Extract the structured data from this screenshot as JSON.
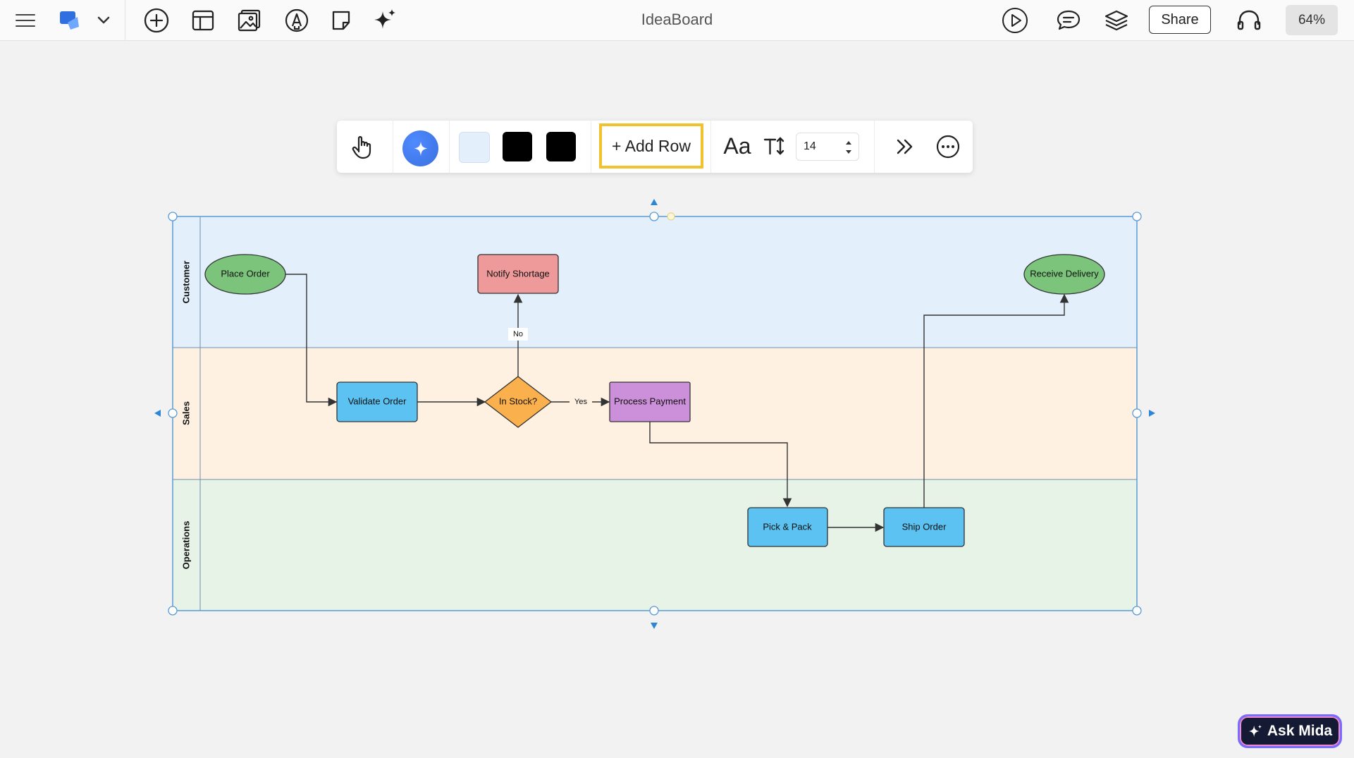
{
  "app": {
    "title": "IdeaBoard",
    "share_label": "Share",
    "zoom_label": "64%"
  },
  "icons": {
    "menu": "hamburger-menu-icon",
    "logo": "app-logo-icon",
    "dropdown": "chevron-down-icon",
    "add": "plus-circle-icon",
    "template": "template-layout-icon",
    "image": "image-icon",
    "pen": "pen-draw-icon",
    "sticky": "sticky-note-icon",
    "ai": "sparkle-ai-icon",
    "present": "play-icon",
    "comment": "comment-icon",
    "layers": "layers-icon",
    "support": "headset-icon"
  },
  "toolbar": {
    "add_row_label": "+ Add Row",
    "font_label": "Aa",
    "text_size_label": "T↕",
    "font_size_value": "14",
    "fill_color": "#e3f0fc",
    "border_color": "#000000",
    "text_color": "#000000"
  },
  "swimlanes": [
    {
      "label": "Customer",
      "color": "#e3f0fc"
    },
    {
      "label": "Sales",
      "color": "#fef1e2"
    },
    {
      "label": "Operations",
      "color": "#e8f3e7"
    }
  ],
  "nodes": {
    "place_order": "Place Order",
    "notify_shortage": "Notify Shortage",
    "receive_delivery": "Receive Delivery",
    "validate_order": "Validate Order",
    "in_stock": "In Stock?",
    "process_payment": "Process Payment",
    "pick_pack": "Pick & Pack",
    "ship_order": "Ship Order"
  },
  "edge_labels": {
    "no": "No",
    "yes": "Yes"
  },
  "colors": {
    "ellipse": "#7cc47c",
    "process": "#5bc2f2",
    "decision": "#f9b04d",
    "alert": "#ef9a9a",
    "payment": "#cc8fd9",
    "selection": "#5b9bd5"
  },
  "assistant": {
    "label": "Ask Mida"
  }
}
